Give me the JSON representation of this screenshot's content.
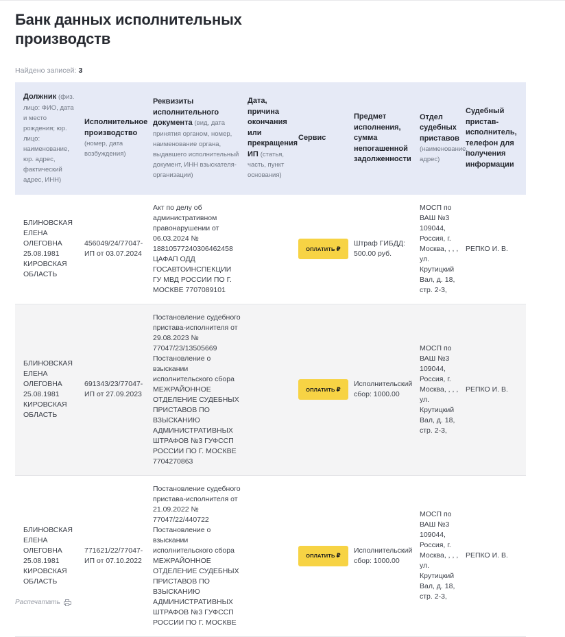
{
  "page": {
    "title": "Банк данных исполнительных производств",
    "found_label": "Найдено записей:",
    "found_count": "3",
    "print_label": "Распечатать",
    "print_icon": "printer-icon"
  },
  "colors": {
    "header_bg": "#e6eaf6",
    "stripe_bg": "#f4f4f5",
    "pay_button_bg": "#f7d344",
    "text": "#2b2f38",
    "muted": "#6f7682"
  },
  "table": {
    "columns": [
      {
        "key": "debtor",
        "main": "Должник",
        "sub": "(физ. лицо: ФИО, дата и место рождения; юр. лицо: наименование, юр. адрес, фактический адрес, ИНН)"
      },
      {
        "key": "proceeding",
        "main": "Исполнительное производство",
        "sub": "(номер, дата возбуждения)"
      },
      {
        "key": "document",
        "main": "Реквизиты исполнительного документа",
        "sub": "(вид, дата принятия органом, номер, наименование органа, выдавшего исполнительный документ, ИНН взыскателя-организации)"
      },
      {
        "key": "reason",
        "main": "Дата, причина окончания или прекращения ИП",
        "sub": "(статья, часть, пункт основания)"
      },
      {
        "key": "service",
        "main": "Сервис",
        "sub": ""
      },
      {
        "key": "subject",
        "main": "Предмет исполнения, сумма непогашенной задолженности",
        "sub": ""
      },
      {
        "key": "department",
        "main": "Отдел судебных приставов",
        "sub": "(наименование, адрес)"
      },
      {
        "key": "bailiff",
        "main": "Судебный пристав-исполнитель, телефон для получения информации",
        "sub": ""
      }
    ],
    "pay_button_label": "ОПЛАТИТЬ",
    "pay_button_currency": "₽",
    "rows": [
      {
        "debtor": "БЛИНОВСКАЯ ЕЛЕНА ОЛЕГОВНА 25.08.1981 КИРОВСКАЯ ОБЛАСТЬ",
        "proceeding": "456049/24/77047-ИП от 03.07.2024",
        "document": "Акт по делу об административном правонарушении от 06.03.2024 № 18810577240306462458 ЦАФАП ОДД ГОСАВТОИНСПЕКЦИИ ГУ МВД РОССИИ ПО Г. МОСКВЕ 7707089101",
        "reason": "",
        "subject": "Штраф ГИБДД: 500.00 руб.",
        "department": "МОСП по ВАШ №3 109044, Россия, г. Москва, , , , ул. Крутицкий Вал, д. 18, стр. 2-3,",
        "bailiff": "РЕПКО И. В."
      },
      {
        "debtor": "БЛИНОВСКАЯ ЕЛЕНА ОЛЕГОВНА 25.08.1981 КИРОВСКАЯ ОБЛАСТЬ",
        "proceeding": "691343/23/77047-ИП от 27.09.2023",
        "document": "Постановление судебного пристава-исполнителя от 29.08.2023 № 77047/23/13505669 Постановление о взыскании исполнительского сбора МЕЖРАЙОННОЕ ОТДЕЛЕНИЕ СУДЕБНЫХ ПРИСТАВОВ ПО ВЗЫСКАНИЮ АДМИНИСТРАТИВНЫХ ШТРАФОВ №3 ГУФССП РОССИИ ПО Г. МОСКВЕ 7704270863",
        "reason": "",
        "subject": "Исполнительский сбор: 1000.00",
        "department": "МОСП по ВАШ №3 109044, Россия, г. Москва, , , , ул. Крутицкий Вал, д. 18, стр. 2-3,",
        "bailiff": "РЕПКО И. В."
      },
      {
        "debtor": "БЛИНОВСКАЯ ЕЛЕНА ОЛЕГОВНА 25.08.1981 КИРОВСКАЯ ОБЛАСТЬ",
        "proceeding": "771621/22/77047-ИП от 07.10.2022",
        "document": "Постановление судебного пристава-исполнителя от 21.09.2022 № 77047/22/440722 Постановление о взыскании исполнительского сбора МЕЖРАЙОННОЕ ОТДЕЛЕНИЕ СУДЕБНЫХ ПРИСТАВОВ ПО ВЗЫСКАНИЮ АДМИНИСТРАТИВНЫХ ШТРАФОВ №3 ГУФССП РОССИИ ПО Г. МОСКВЕ",
        "reason": "",
        "subject": "Исполнительский сбор: 1000.00",
        "department": "МОСП по ВАШ №3 109044, Россия, г. Москва, , , , ул. Крутицкий Вал, д. 18, стр. 2-3,",
        "bailiff": "РЕПКО И. В."
      }
    ]
  }
}
